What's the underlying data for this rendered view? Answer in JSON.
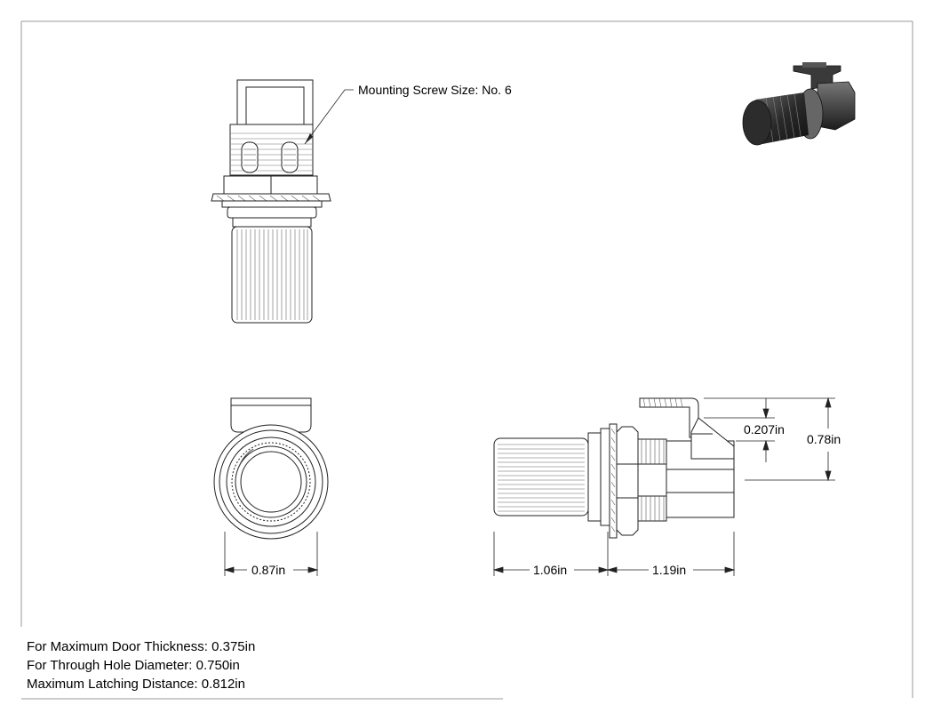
{
  "callouts": {
    "screw_size": "Mounting Screw Size: No. 6"
  },
  "dimensions": {
    "front_width": "0.87in",
    "knob_length": "1.06in",
    "body_length": "1.19in",
    "latch_offset": "0.207in",
    "overall_height": "0.78in"
  },
  "notes": {
    "door_thickness": "For Maximum Door Thickness: 0.375in",
    "hole_diameter": "For Through Hole Diameter: 0.750in",
    "latching_distance": "Maximum Latching Distance: 0.812in"
  }
}
